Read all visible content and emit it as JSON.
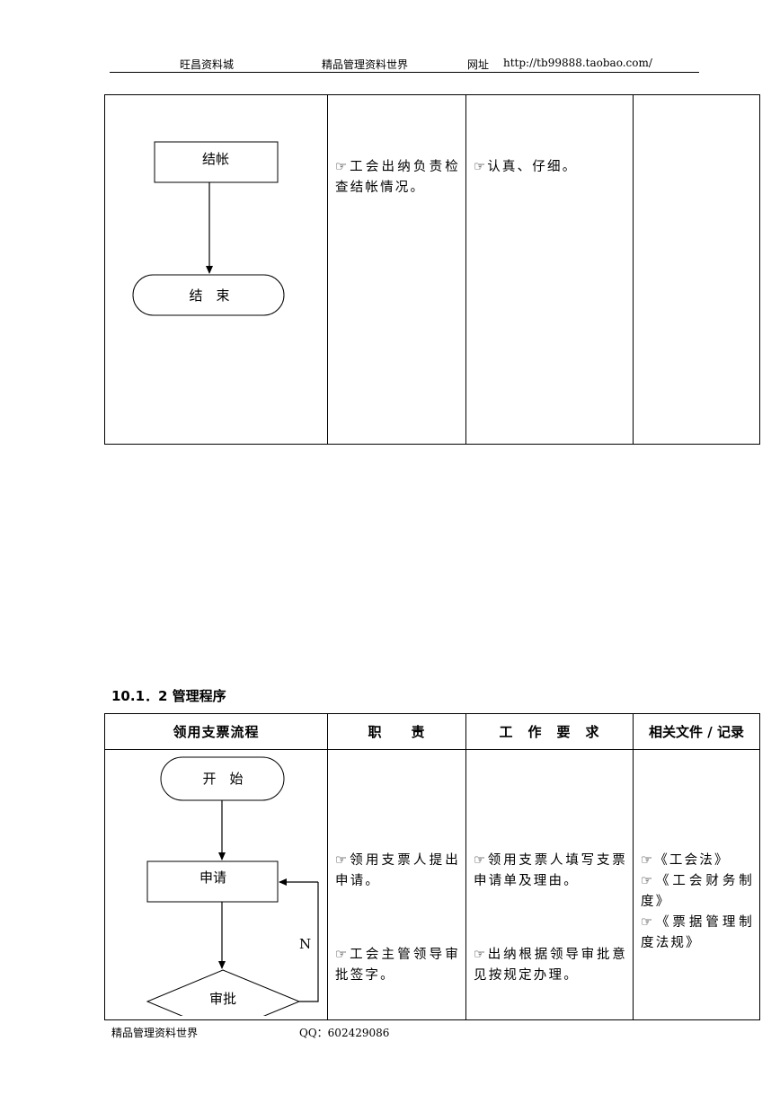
{
  "header": {
    "shop": "旺昌资料城",
    "slogan": "精品管理资料世界",
    "url_label": "网址",
    "url": "http://tb99888.taobao.com/"
  },
  "top_table": {
    "flow": {
      "box": "结帐",
      "end": "结　束"
    },
    "duty": "☞工会出纳负责检查结帐情况。",
    "requirement": "☞认真、仔细。",
    "documents": ""
  },
  "section_title": "10.1．2 管理程序",
  "bottom_table": {
    "headers": [
      "领用支票流程",
      "职　　责",
      "工　作　要　求",
      "相关文件 / 记录"
    ],
    "flow": {
      "start": "开　始",
      "apply": "申请",
      "approve": "审批",
      "no_label": "N"
    },
    "duty_1": "☞领用支票人提出申请。",
    "duty_2": "☞工会主管领导审批签字。",
    "req_1": "☞领用支票人填写支票申请单及理由。",
    "req_2": "☞出纳根据领导审批意见按规定办理。",
    "docs": [
      "☞《工会法》",
      "☞《工会财务制度》",
      "☞《票据管理制度法规》"
    ]
  },
  "footer": {
    "left": "精品管理资料世界",
    "qq": "QQ：602429086"
  }
}
